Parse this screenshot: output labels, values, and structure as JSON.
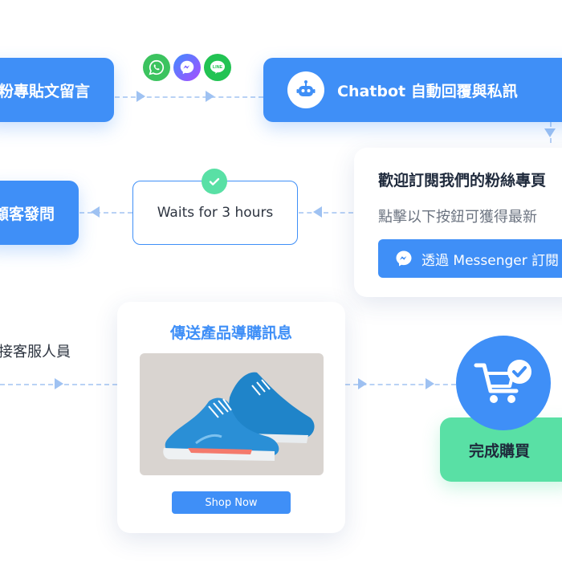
{
  "nodes": {
    "comment": "粉專貼文留言",
    "chatbot": "Chatbot 自動回覆與私訊",
    "ask": "顧客發問",
    "wait": "Waits for 3 hours",
    "transfer": "轉接客服人員",
    "complete": "完成購買"
  },
  "message_card": {
    "title": "歡迎訂閱我們的粉絲專頁",
    "body": "點擊以下按鈕可獲得最新",
    "button_label": "透過 Messenger 訂閱"
  },
  "product_card": {
    "title": "傳送產品導購訊息",
    "button_label": "Shop Now"
  },
  "social_icons": [
    "whatsapp-icon",
    "messenger-icon",
    "line-icon"
  ],
  "colors": {
    "primary": "#3f8ff7",
    "success": "#59e0a5",
    "whatsapp": "#3cc35f",
    "messenger": "#7b63ff",
    "line": "#22c353"
  }
}
